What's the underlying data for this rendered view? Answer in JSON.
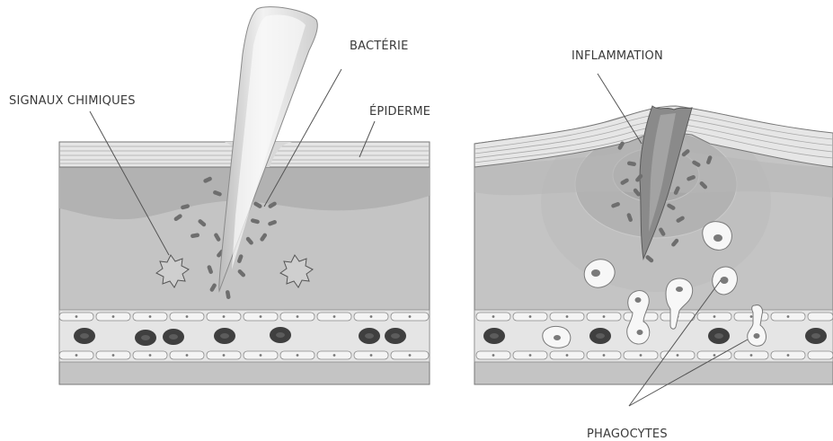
{
  "labels": {
    "bacterie": "BACTÉRIE",
    "signaux_chimiques": "SIGNAUX CHIMIQUES",
    "epiderme": "ÉPIDERME",
    "inflammation": "INFLAMMATION",
    "phagocytes": "PHAGOCYTES"
  },
  "colors": {
    "epidermis": "#e4e4e4",
    "dermis_upper": "#b3b3b3",
    "dermis_lower": "#c2c2c2",
    "vessel": "#e6e6e6",
    "bacteria": "#6e6e6e",
    "red_cell": "#3f3f3f",
    "phagocyte": "#f7f7f7",
    "splinter": "#dcdcdc"
  }
}
